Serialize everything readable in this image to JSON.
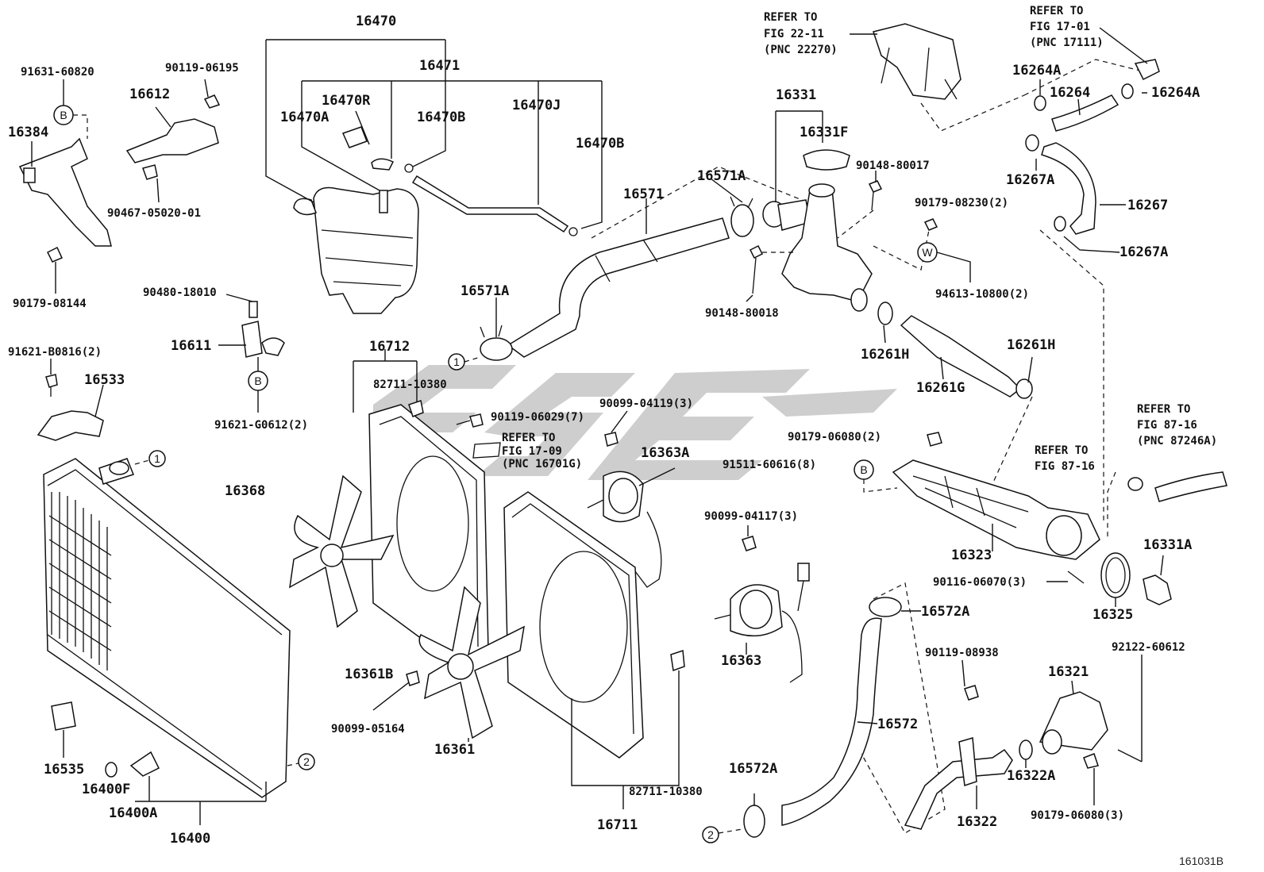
{
  "diagram": {
    "code": "161031B",
    "refs": {
      "r1": [
        "REFER TO",
        "FIG 22-11",
        "(PNC 22270)"
      ],
      "r2": [
        "REFER TO",
        "FIG 17-01",
        "(PNC 17111)"
      ],
      "r3": [
        "REFER TO",
        "FIG 17-09",
        "(PNC 16701G)"
      ],
      "r4": [
        "REFER TO",
        "FIG 87-16"
      ],
      "r5": [
        "REFER TO",
        "FIG 87-16",
        "(PNC 87246A)"
      ]
    },
    "markers": {
      "one": "1",
      "two": "2",
      "b": "B",
      "w": "W"
    },
    "labels": {
      "p16470": "16470",
      "p16471": "16471",
      "p16470R": "16470R",
      "p16470A": "16470A",
      "p16470B_1": "16470B",
      "p16470J": "16470J",
      "p16470B_2": "16470B",
      "p16331": "16331",
      "p16331F": "16331F",
      "p16571A_1": "16571A",
      "p16571": "16571",
      "p90148_80017": "90148-80017",
      "p90179_08230": "90179-08230(2)",
      "p94613": "94613-10800(2)",
      "p90148_80018": "90148-80018",
      "p16264A_1": "16264A",
      "p16264": "16264",
      "p16264A_2": "16264A",
      "p16267A_1": "16267A",
      "p16267": "16267",
      "p16267A_2": "16267A",
      "p91631": "91631-60820",
      "p16384": "16384",
      "p16612": "16612",
      "p90119_06195": "90119-06195",
      "p90467": "90467-05020-01",
      "p90179_08144": "90179-08144",
      "p90480": "90480-18010",
      "p16611": "16611",
      "p91621_B0816": "91621-B0816(2)",
      "p16533": "16533",
      "p91621_G0612": "91621-G0612(2)",
      "p16571A_2": "16571A",
      "p16712": "16712",
      "p82711_1": "82711-10380",
      "p90099_04119": "90099-04119(3)",
      "p90119_06029": "90119-06029(7)",
      "p16261H_1": "16261H",
      "p16261H_2": "16261H",
      "p16261G": "16261G",
      "p16363A": "16363A",
      "p90179_06080_1": "90179-06080(2)",
      "p91511": "91511-60616(8)",
      "p16368": "16368",
      "p90099_04117": "90099-04117(3)",
      "p16323": "16323",
      "p16331A": "16331A",
      "p90116": "90116-06070(3)",
      "p16325": "16325",
      "p16572A_1": "16572A",
      "p16361B": "16361B",
      "p16363": "16363",
      "p90119_08938": "90119-08938",
      "p92122": "92122-60612",
      "p16321": "16321",
      "p90099_05164": "90099-05164",
      "p16572": "16572",
      "p16535": "16535",
      "p16400F": "16400F",
      "p16361": "16361",
      "p16400A": "16400A",
      "p82711_2": "82711-10380",
      "p16572A_2": "16572A",
      "p16322A": "16322A",
      "p16322": "16322",
      "p90179_06080_2": "90179-06080(3)",
      "p16711": "16711",
      "p16400": "16400"
    }
  }
}
